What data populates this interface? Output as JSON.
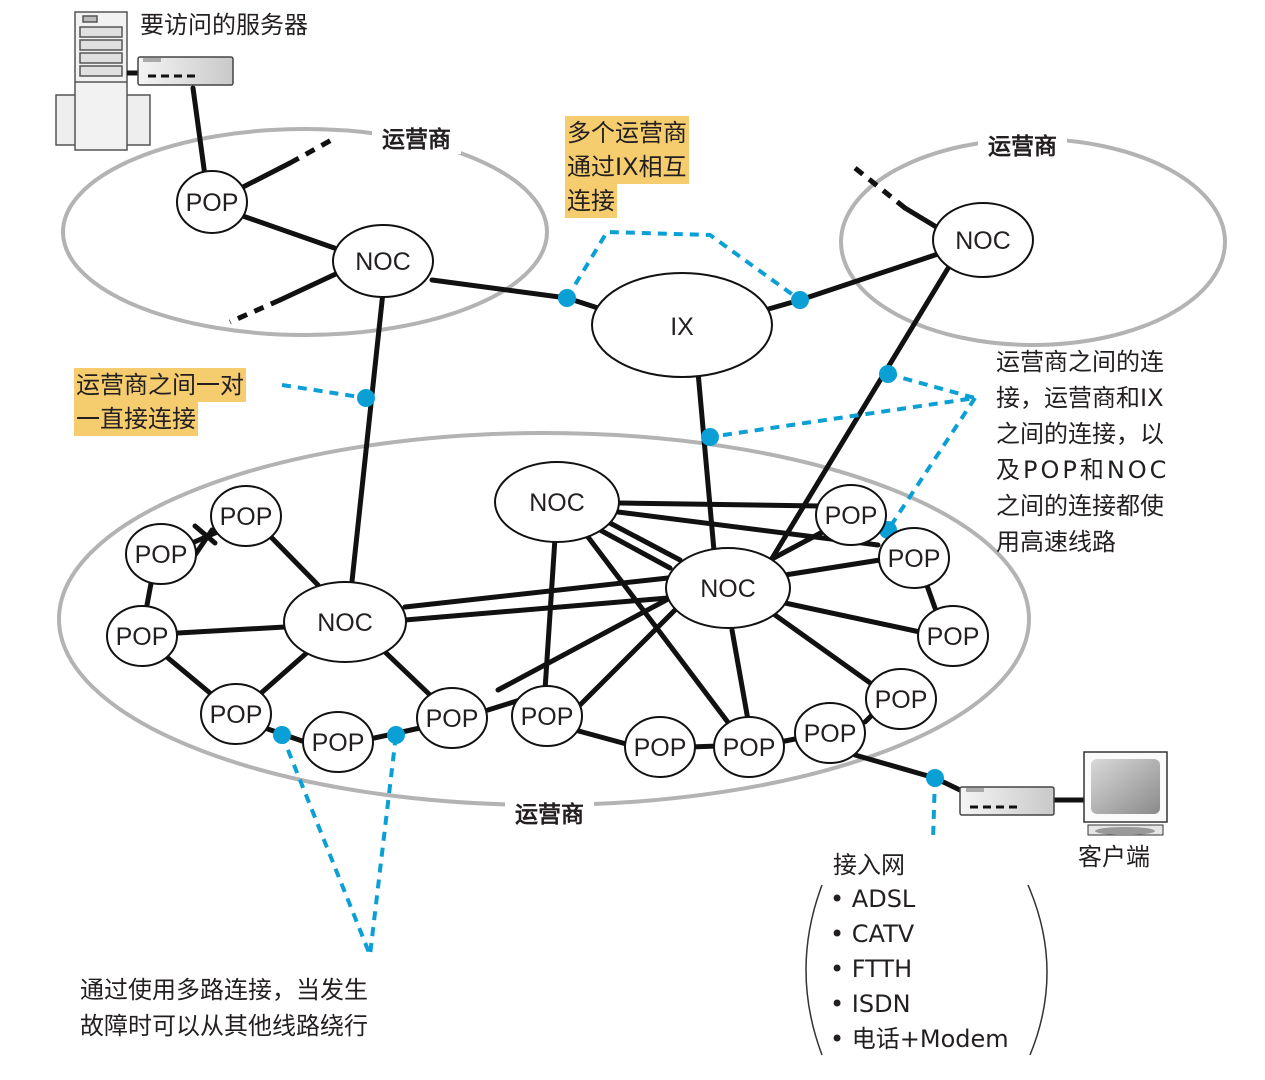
{
  "colors": {
    "highlight": "#f5cd6e",
    "link_marker": "#0aa0d6",
    "region_outline": "#b3b3b3",
    "line": "#111111"
  },
  "labels": {
    "server": "要访问的服务器",
    "client": "客户端",
    "carrier_top_left": "运营商",
    "carrier_top_right": "运营商",
    "carrier_bottom": "运营商",
    "ix_note": [
      "多个运营商",
      "通过IX相互",
      "连接"
    ],
    "direct_note": [
      "运营商之间一对",
      "一直接连接"
    ],
    "highspeed_note": [
      "运营商之间的连",
      "接，运营商和IX",
      "之间的连接，以",
      "及POP和NOC",
      "之间的连接都使",
      "用高速线路"
    ],
    "multipath_note": [
      "通过使用多路连接，当发生",
      "故障时可以从其他线路绕行"
    ],
    "access_title": "接入网",
    "access_items": [
      "ADSL",
      "CATV",
      "FTTH",
      "ISDN",
      "电话+Modem"
    ]
  },
  "nodes": {
    "ix": "IX",
    "noc": "NOC",
    "pop": "POP"
  },
  "icons": {
    "server": "server-tower-icon",
    "router_server": "router-icon",
    "router_client": "router-icon",
    "client": "monitor-icon"
  }
}
